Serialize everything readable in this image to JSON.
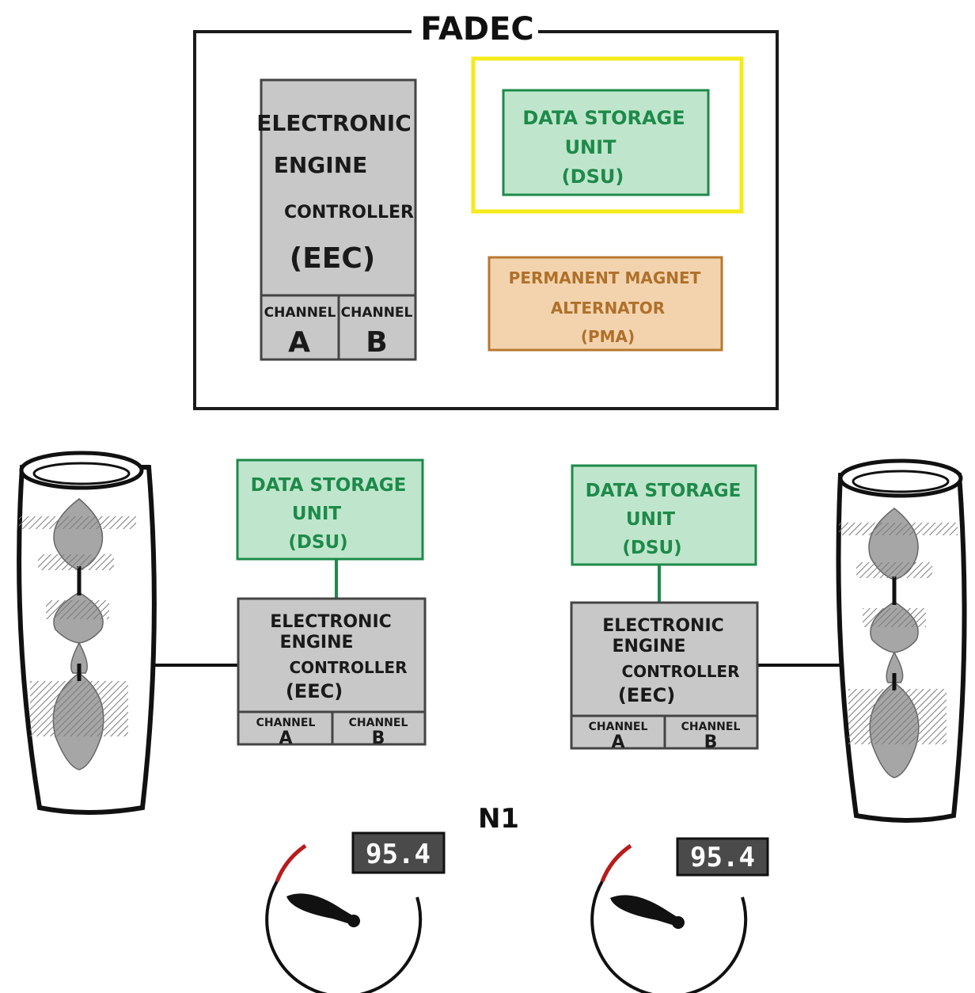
{
  "fadec": {
    "title": "FADEC",
    "eec": {
      "lines": [
        "ELECTRONIC",
        "ENGINE",
        "CONTROLLER",
        "(EEC)"
      ],
      "channel_a": [
        "CHANNEL",
        "A"
      ],
      "channel_b": [
        "CHANNEL",
        "B"
      ]
    },
    "dsu": {
      "lines": [
        "DATA STORAGE",
        "UNIT",
        "(DSU)"
      ]
    },
    "pma": {
      "lines": [
        "PERMANENT MAGNET",
        "ALTERNATOR",
        "(PMA)"
      ]
    }
  },
  "left_system": {
    "dsu": {
      "lines": [
        "DATA STORAGE",
        "UNIT",
        "(DSU)"
      ]
    },
    "eec": {
      "lines": [
        "ELECTRONIC",
        "ENGINE",
        "CONTROLLER",
        "(EEC)"
      ],
      "channel_a": [
        "CHANNEL",
        "A"
      ],
      "channel_b": [
        "CHANNEL",
        "B"
      ]
    }
  },
  "right_system": {
    "dsu": {
      "lines": [
        "DATA STORAGE",
        "UNIT",
        "(DSU)"
      ]
    },
    "eec": {
      "lines": [
        "ELECTRONIC",
        "ENGINE",
        "CONTROLLER",
        "(EEC)"
      ],
      "channel_a": [
        "CHANNEL",
        "A"
      ],
      "channel_b": [
        "CHANNEL",
        "B"
      ]
    }
  },
  "n1": {
    "label": "N1",
    "left_gauge_value": "95.4",
    "right_gauge_value": "95.4"
  },
  "colors": {
    "eec_fill": "#c8c8c8",
    "dsu_fill": "#bfe6cc",
    "dsu_stroke": "#1e8a4a",
    "dsu_text": "#1e8a4a",
    "pma_fill": "#f2d3ae",
    "pma_stroke": "#b8782e",
    "pma_text": "#b0702a",
    "highlight": "#f5ea1a",
    "gauge_redline": "#b81c1c"
  }
}
